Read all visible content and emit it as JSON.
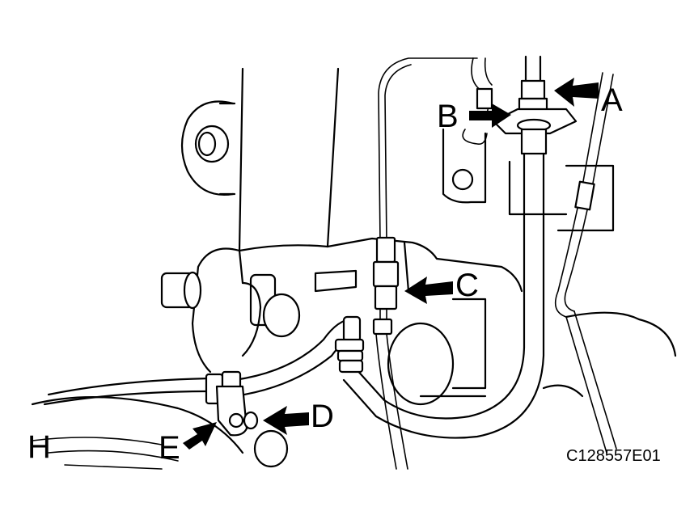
{
  "callouts": {
    "a": "A",
    "b": "B",
    "c": "C",
    "d": "D",
    "e": "E",
    "h": "H"
  },
  "figure_code": "C128557E01",
  "colors": {
    "ink": "#000000",
    "paper": "#ffffff"
  }
}
